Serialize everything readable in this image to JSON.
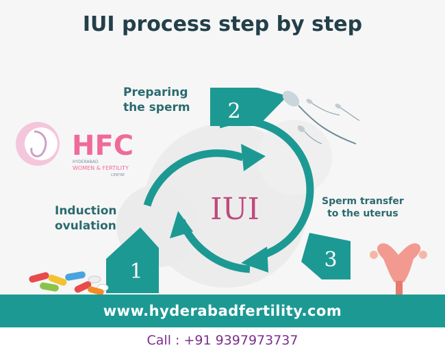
{
  "title": "IUI process step by step",
  "center_label": "IUI",
  "steps": [
    {
      "number": "1",
      "label_line1": "Induction",
      "label_line2": "ovulation"
    },
    {
      "number": "2",
      "label_line1": "Preparing",
      "label_line2": "the sperm"
    },
    {
      "number": "3",
      "label_line1": "Sperm transfer",
      "label_line2": "to the uterus"
    }
  ],
  "logo": {
    "initials": "HFC",
    "line1": "HYDERABAD",
    "line2": "WOMEN & FERTILITY",
    "line3": "CENTRE"
  },
  "website": "www.hyderabadfertility.com",
  "call": "Call : +91 9397973737",
  "colors": {
    "teal": "#1d9994",
    "dark_title": "#23404a",
    "label": "#2b6a6e",
    "iui_text": "#c04a7e",
    "call_text": "#7a2f8b"
  }
}
